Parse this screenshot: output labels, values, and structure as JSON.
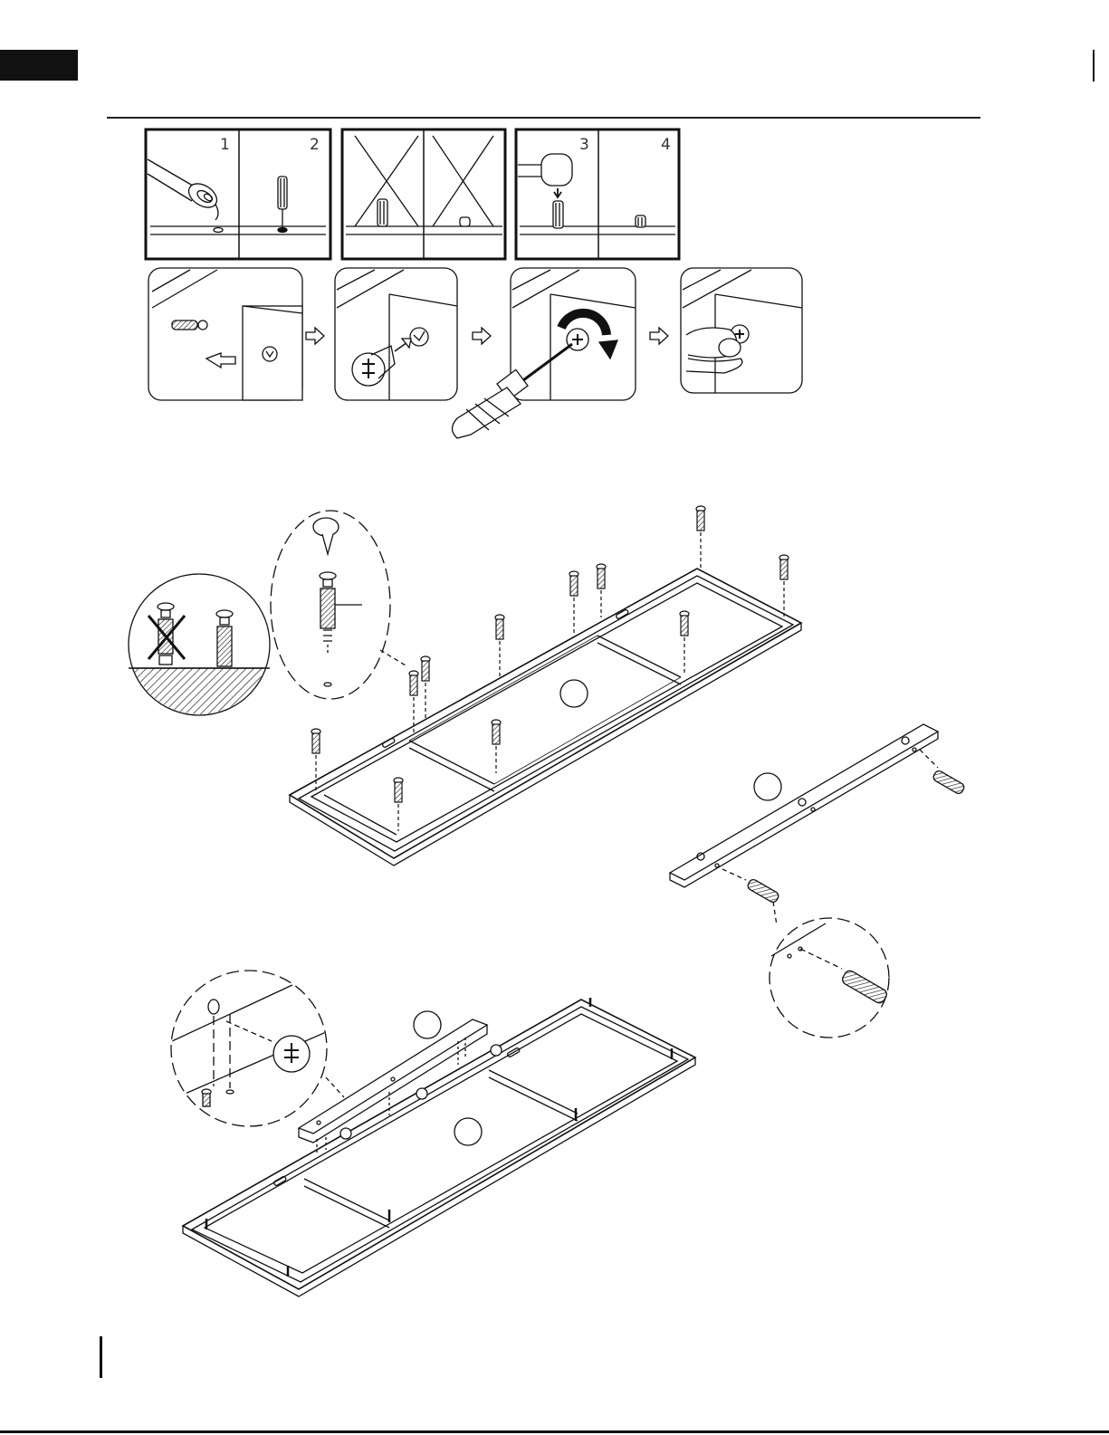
{
  "step_numbers": {
    "step1": "1",
    "step2": "2",
    "step3": "3",
    "step4": "4"
  },
  "colors": {
    "ink": "#111111",
    "paper": "#ffffff"
  }
}
